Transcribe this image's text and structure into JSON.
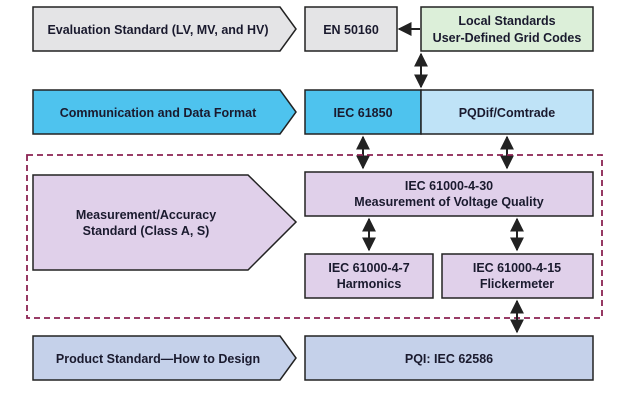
{
  "colors": {
    "gray": "#e4e4e6",
    "blue_arrow": "#4ec3ee",
    "blue_light": "#bfe3f7",
    "green": "#dcefd9",
    "lavender": "#e0d0ea",
    "periwinkle": "#c5d1ea",
    "border": "#222222",
    "dashed": "#8b2252"
  },
  "rows": {
    "evaluation": {
      "label": "Evaluation Standard (LV, MV, and HV)",
      "box": "EN 50160",
      "local_line1": "Local Standards",
      "local_line2": "User-Defined Grid Codes"
    },
    "communication": {
      "label": "Communication and Data Format",
      "box1": "IEC 61850",
      "box2": "PQDif/Comtrade"
    },
    "measurement": {
      "label_line1": "Measurement/Accuracy",
      "label_line2": "Standard (Class A, S)",
      "main_line1": "IEC 61000-4-30",
      "main_line2": "Measurement of Voltage Quality",
      "harmonics_line1": "IEC 61000-4-7",
      "harmonics_line2": "Harmonics",
      "flicker_line1": "IEC 61000-4-15",
      "flicker_line2": "Flickermeter"
    },
    "product": {
      "label": "Product Standard—How to Design",
      "box": "PQI: IEC 62586"
    }
  }
}
